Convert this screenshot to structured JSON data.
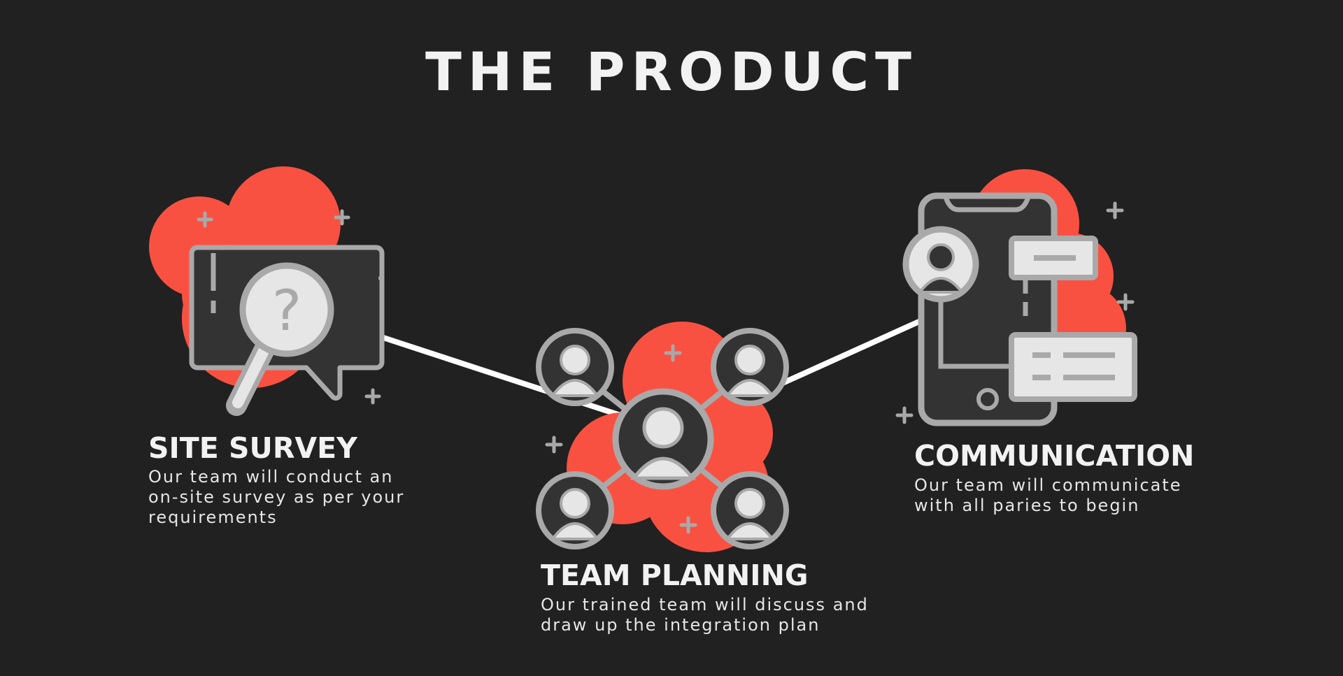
{
  "title": "THE PRODUCT",
  "colors": {
    "background": "#212121",
    "accent": "#f95141",
    "icon_stroke": "#a9a9a9",
    "icon_fill_dark": "#333333",
    "icon_fill_light": "#e6e6e6",
    "text": "#f2f2f2"
  },
  "steps": [
    {
      "title": "SITE SURVEY",
      "description": "Our team will conduct an\non-site survey as per your\nrequirements",
      "icon": "search-question-chat-icon"
    },
    {
      "title": "TEAM PLANNING",
      "description": "Our trained team will discuss and\ndraw up the integration plan",
      "icon": "team-network-icon"
    },
    {
      "title": "COMMUNICATION",
      "description": "Our team will communicate\nwith all paries to begin",
      "icon": "mobile-chat-icon"
    }
  ]
}
